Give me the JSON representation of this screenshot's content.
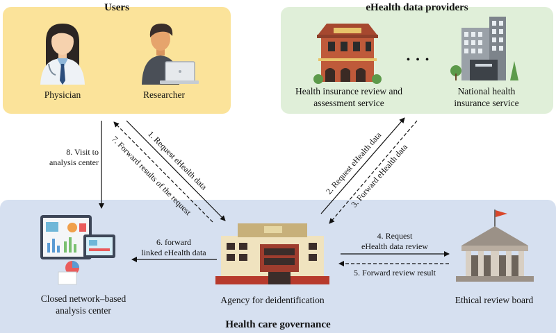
{
  "regions": {
    "users": "Users",
    "providers": "eHealth data providers",
    "governance": "Health care governance"
  },
  "actors": {
    "physician": "Physician",
    "researcher": "Researcher",
    "hira_line1": "Health insurance review and",
    "hira_line2": "assessment service",
    "nhis_line1": "National health",
    "nhis_line2": "insurance service",
    "ellipsis": "• • •",
    "analysis_line1": "Closed network–based",
    "analysis_line2": "analysis center",
    "agency": "Agency for deidentification",
    "ethics": "Ethical review board"
  },
  "steps": {
    "s1": "1. Request eHealth data",
    "s2": "2. Request eHealth data",
    "s3": "3. Forward eHealth data",
    "s4_line1": "4. Request",
    "s4_line2": "eHealth data review",
    "s5": "5. Forward review result",
    "s6_line1": "6. forward",
    "s6_line2": "linked eHealth data",
    "s7": "7. Forward results of the request",
    "s8_line1": "8. Visit to",
    "s8_line2": "analysis center"
  },
  "colors": {
    "users_bg": "#fbe39a",
    "providers_bg": "#e0efd9",
    "governance_bg": "#d6e0f0"
  }
}
